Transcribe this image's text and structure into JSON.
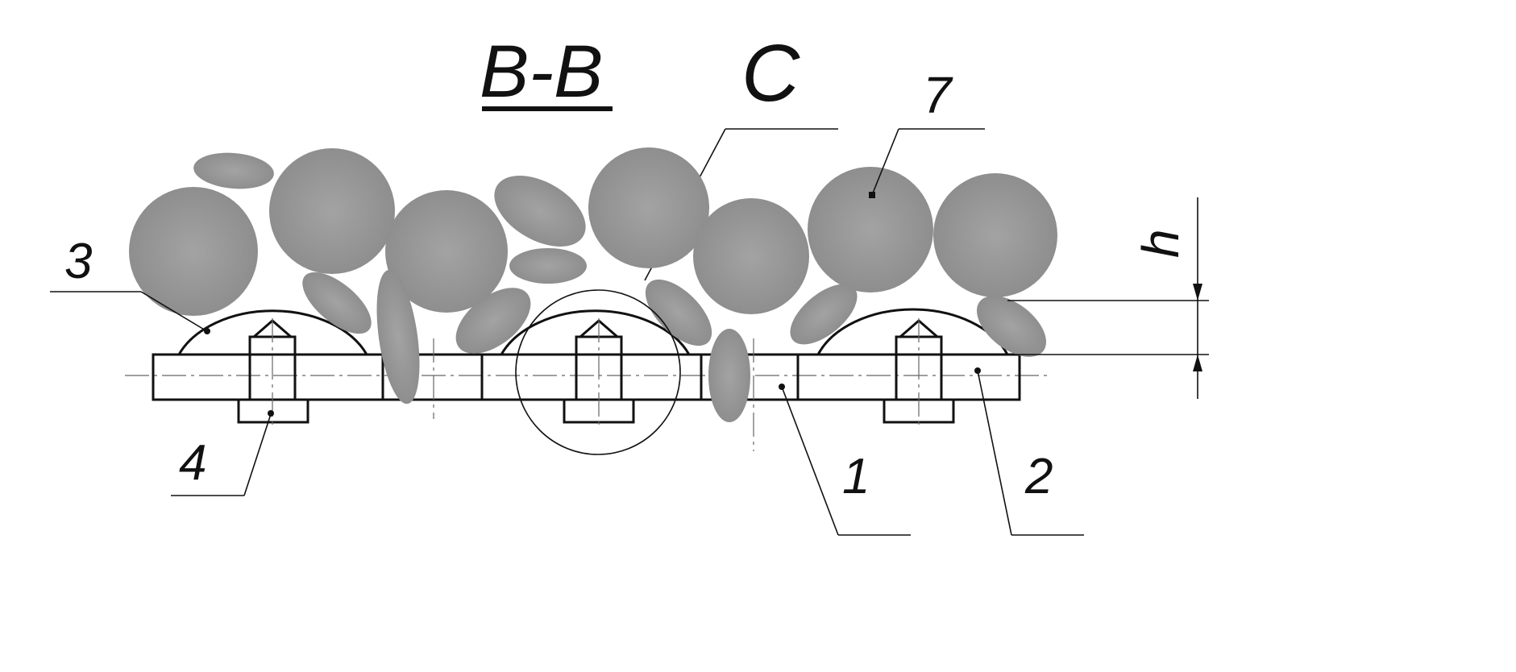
{
  "section_title": "B-B",
  "detail_label": "C",
  "height_label": "h",
  "part_labels": [
    {
      "id": "3",
      "text": "3"
    },
    {
      "id": "4",
      "text": "4"
    },
    {
      "id": "1",
      "text": "1"
    },
    {
      "id": "2",
      "text": "2"
    },
    {
      "id": "7",
      "text": "7"
    }
  ],
  "colors": {
    "line": "#111111",
    "particle": "#9a9a9a",
    "background": "#ffffff"
  }
}
